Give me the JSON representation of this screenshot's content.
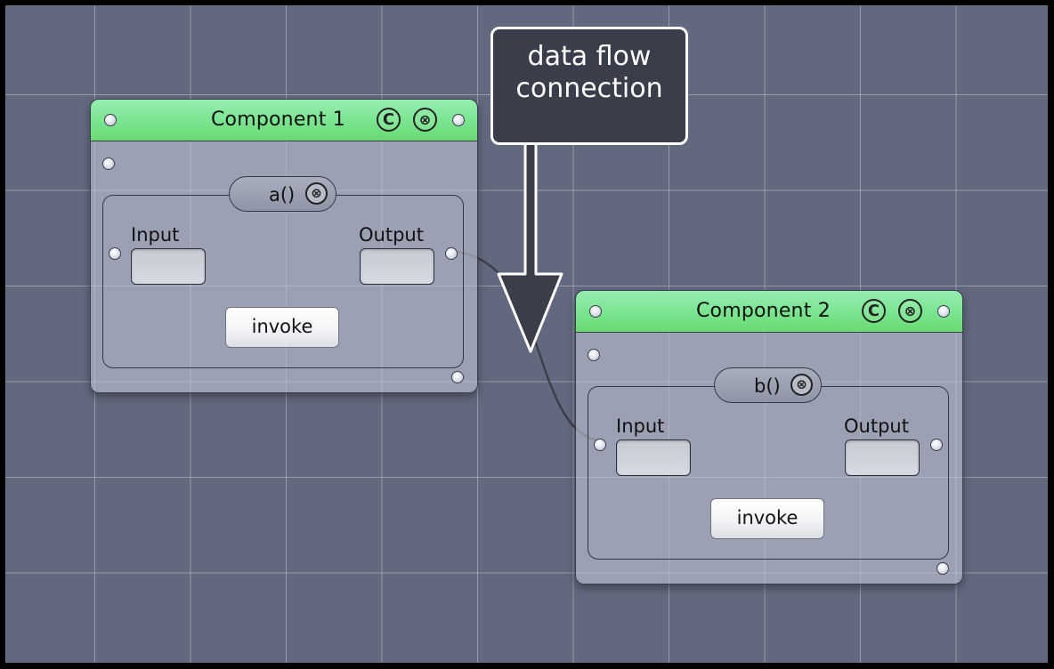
{
  "callout": {
    "line1": "data flow",
    "line2": "connection"
  },
  "components": [
    {
      "title": "Component 1",
      "copy_icon": "C",
      "close_icon": "⊗",
      "method": {
        "name": "a()",
        "close_icon": "⊗",
        "input_label": "Input",
        "output_label": "Output",
        "input_value": "",
        "output_value": "",
        "button_label": "invoke"
      }
    },
    {
      "title": "Component 2",
      "copy_icon": "C",
      "close_icon": "⊗",
      "method": {
        "name": "b()",
        "close_icon": "⊗",
        "input_label": "Input",
        "output_label": "Output",
        "input_value": "",
        "output_value": "",
        "button_label": "invoke"
      }
    }
  ],
  "colors": {
    "canvas": "#62697f",
    "header_green": "#7ee695",
    "callout_bg": "#3a3d4a"
  }
}
